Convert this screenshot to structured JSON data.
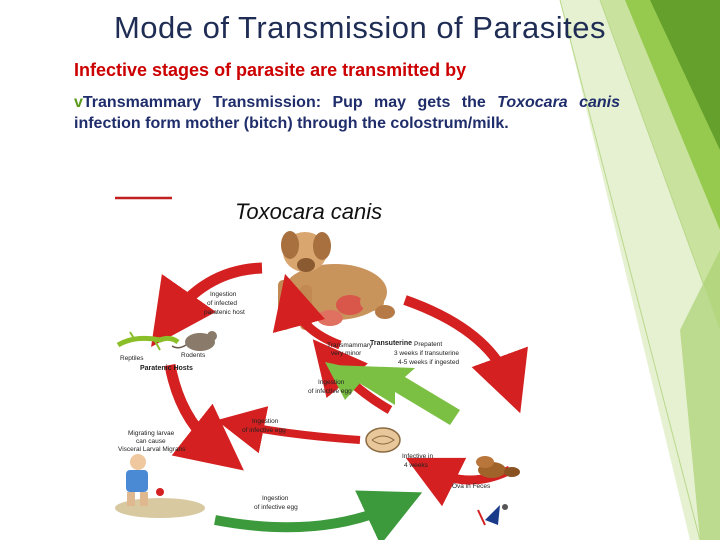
{
  "slide": {
    "title": "Mode of Transmission of Parasites",
    "subtitle": "Infective stages of parasite are transmitted by",
    "bullet_glyph": "v",
    "point_head": "Transmammary Transmission:",
    "point_tail": " Pup may gets the ",
    "point_italic1": "Toxocara",
    "point_break": " ",
    "point_italic2": "canis",
    "point_end": " infection form mother (bitch) through the colostrum/milk."
  },
  "diagram": {
    "title": "Toxocara canis",
    "labels": {
      "ingestion_paratenic_1": "Ingestion",
      "ingestion_paratenic_2": "of infected",
      "ingestion_paratenic_3": "paratenic host",
      "reptiles": "Reptiles",
      "rodents": "Rodents",
      "paratenic_hosts": "Paratenic Hosts",
      "transmammary_1": "Transmammary",
      "transmammary_2": "very minor",
      "transuterine": "Transuterine",
      "prepatent_1": "Prepatent",
      "prepatent_2": "3 weeks if transuterine",
      "prepatent_3": "4-5 weeks if ingested",
      "ingestion_infective_1": "Ingestion",
      "ingestion_infective_2": "of infective egg",
      "migrating_1": "Migrating larvae",
      "migrating_2": "can cause",
      "migrating_3": "Visceral Larval Migrans",
      "ingestion_egg_mid_1": "Ingestion",
      "ingestion_egg_mid_2": "of infective egg",
      "infective_1": "Infective in",
      "infective_2": "4 weeks",
      "ova_feces": "Ova in Feces",
      "ingestion_egg_bottom_1": "Ingestion",
      "ingestion_egg_bottom_2": "of infective egg"
    }
  },
  "colors": {
    "title": "#1f2d55",
    "subtitle": "#cc0000",
    "body": "#1f2d6b",
    "arrow_red": "#d42020",
    "arrow_green": "#3c9a3c",
    "pointer_green": "#7cc043",
    "deco_green": "#8dc63f"
  }
}
